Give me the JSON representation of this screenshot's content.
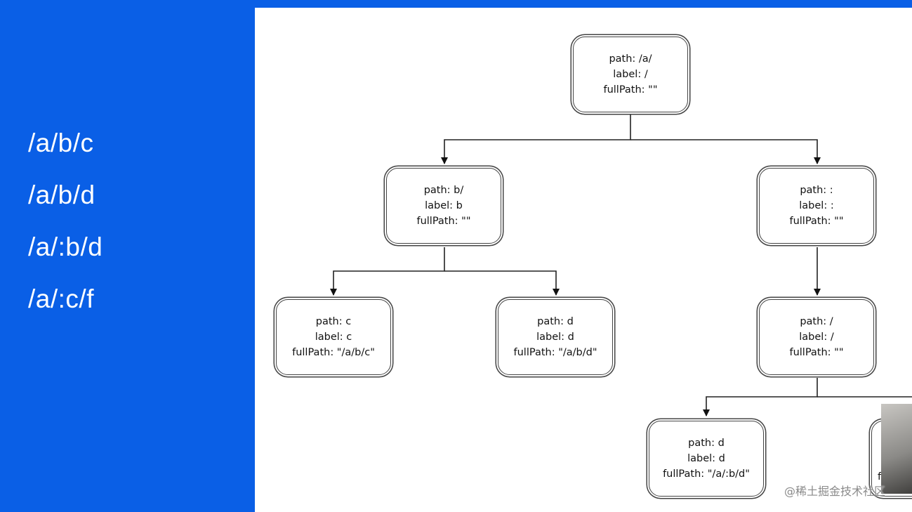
{
  "routes": [
    "/a/b/c",
    "/a/b/d",
    "/a/:b/d",
    "/a/:c/f"
  ],
  "nodes": {
    "root": {
      "path": "path: /a/",
      "label": "label: /",
      "fullPath": "fullPath: \"\""
    },
    "b": {
      "path": "path: b/",
      "label": "label: b",
      "fullPath": "fullPath: \"\""
    },
    "param": {
      "path": "path: :",
      "label": "label: :",
      "fullPath": "fullPath: \"\""
    },
    "c": {
      "path": "path: c",
      "label": "label: c",
      "fullPath": "fullPath: \"/a/b/c\""
    },
    "d": {
      "path": "path: d",
      "label": "label: d",
      "fullPath": "fullPath: \"/a/b/d\""
    },
    "slash": {
      "path": "path: /",
      "label": "label: /",
      "fullPath": "fullPath: \"\""
    },
    "d2": {
      "path": "path: d",
      "label": "label: d",
      "fullPath": "fullPath: \"/a/:b/d\""
    },
    "partial": {
      "fullPath": "f"
    }
  },
  "watermark": "@稀土掘金技术社区"
}
